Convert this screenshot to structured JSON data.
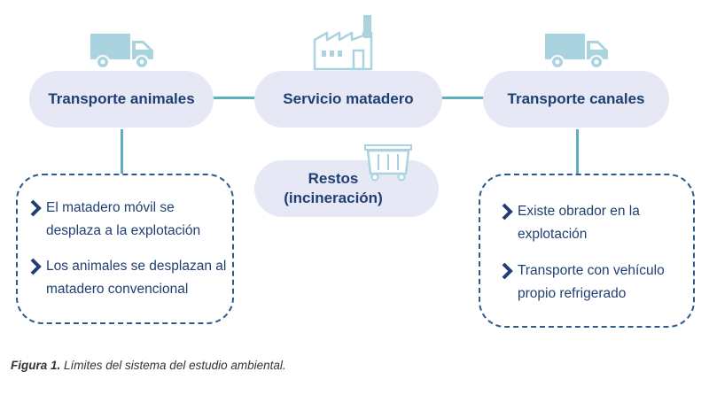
{
  "colors": {
    "pill_bg": "#e6e8f5",
    "text_dark_blue": "#1f3f73",
    "connector": "#5fb0bf",
    "icon_fill": "#a9d3df",
    "dashed_border": "#2e5a8c"
  },
  "nodes": {
    "transporte_animales": "Transporte animales",
    "servicio_matadero": "Servicio matadero",
    "transporte_canales": "Transporte canales",
    "restos_line1": "Restos",
    "restos_line2": "(incineración)"
  },
  "left_box": {
    "bullets": [
      {
        "line1": "El matadero móvil se",
        "line2": "desplaza a la explotación"
      },
      {
        "line1": "Los animales se desplazan al",
        "line2": "matadero convencional"
      }
    ]
  },
  "right_box": {
    "bullets": [
      {
        "line1": "Existe obrador en la",
        "line2": "explotación"
      },
      {
        "line1": "Transporte con vehículo",
        "line2": "propio refrigerado"
      }
    ]
  },
  "icons": [
    "truck-icon",
    "factory-icon",
    "truck-icon",
    "container-icon",
    "chevron-right-icon"
  ],
  "caption": {
    "label": "Figura 1.",
    "text": " Límites del sistema del estudio ambiental."
  }
}
